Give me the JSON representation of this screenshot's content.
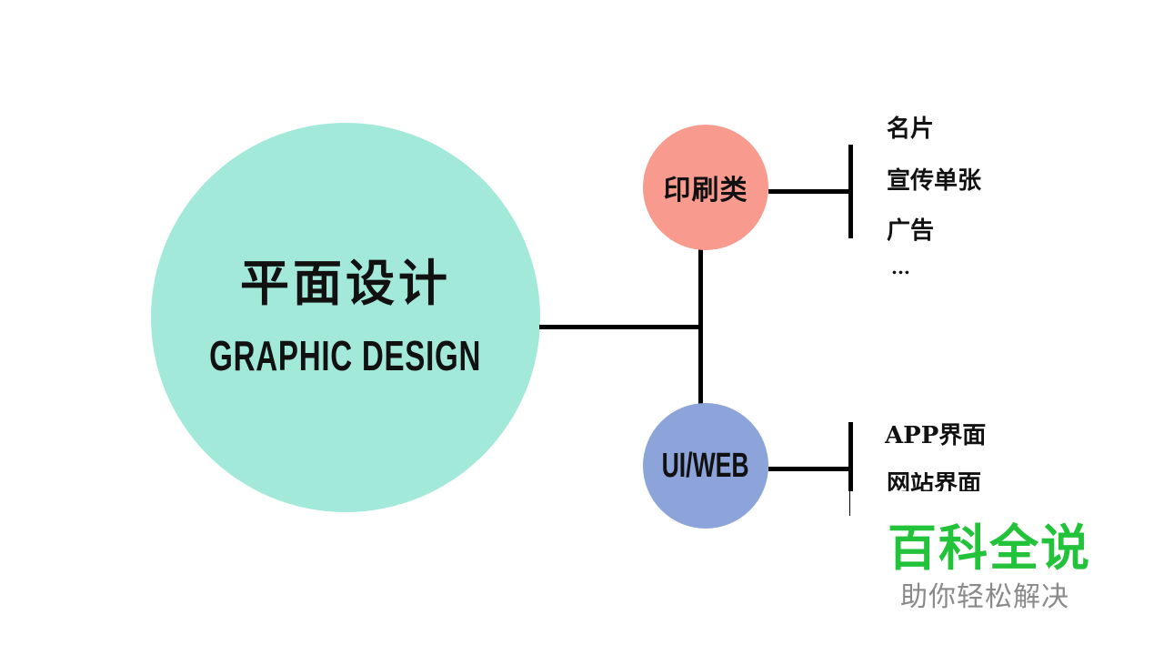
{
  "center": {
    "title_cn": "平面设计",
    "title_en": "GRAPHIC DESIGN",
    "color": "#a3e9da"
  },
  "branches": [
    {
      "label": "印刷类",
      "color": "#f99a8f",
      "items": [
        "名片",
        "宣传单张",
        "广告",
        "..."
      ]
    },
    {
      "label": "UI/WEB",
      "color": "#8ca4d9",
      "items": [
        "APP界面",
        "网站界面"
      ]
    }
  ],
  "watermark": {
    "title": "百科全说",
    "subtitle": "助你轻松解决",
    "title_color": "#22c33a",
    "subtitle_color": "#8a8a8a"
  }
}
